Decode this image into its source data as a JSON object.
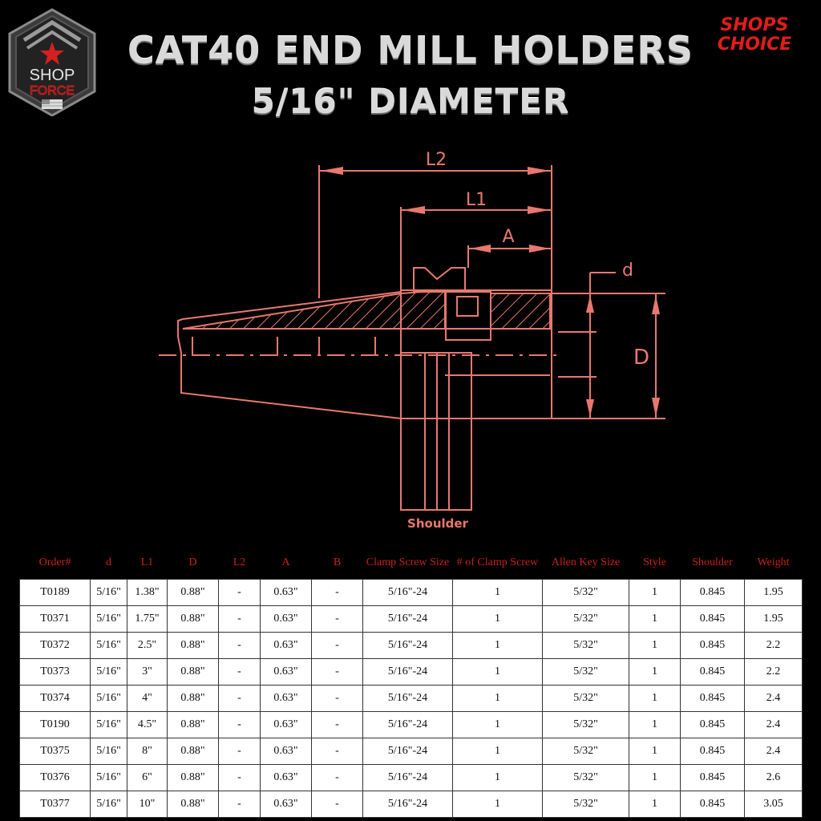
{
  "header": {
    "title_line1": "CAT40 END MILL HOLDERS",
    "title_line2": "5/16\" DIAMETER"
  },
  "logos": {
    "left": {
      "line1": "SHOP",
      "line2": "FORCE"
    },
    "right": {
      "line1": "SHOPS",
      "line2": "CHOICE"
    }
  },
  "diagram": {
    "labels": {
      "L2": "L2",
      "L1": "L1",
      "A": "A",
      "d": "d",
      "D": "D",
      "shoulder": "Shoulder"
    }
  },
  "colors": {
    "accent_red": "#c8201e",
    "diagram_line": "#e8786e",
    "title": "#d9d9d9"
  },
  "table": {
    "headers": [
      "Order#",
      "d",
      "L1",
      "D",
      "L2",
      "A",
      "B",
      "Clamp Screw Size",
      "# of Clamp Screw",
      "Allen Key Size",
      "Style",
      "Shoulder",
      "Weight"
    ],
    "rows": [
      [
        "T0189",
        "5/16\"",
        "1.38\"",
        "0.88\"",
        "-",
        "0.63\"",
        "-",
        "5/16\"-24",
        "1",
        "5/32\"",
        "1",
        "0.845",
        "1.95"
      ],
      [
        "T0371",
        "5/16\"",
        "1.75\"",
        "0.88\"",
        "-",
        "0.63\"",
        "-",
        "5/16\"-24",
        "1",
        "5/32\"",
        "1",
        "0.845",
        "1.95"
      ],
      [
        "T0372",
        "5/16\"",
        "2.5\"",
        "0.88\"",
        "-",
        "0.63\"",
        "-",
        "5/16\"-24",
        "1",
        "5/32\"",
        "1",
        "0.845",
        "2.2"
      ],
      [
        "T0373",
        "5/16\"",
        "3\"",
        "0.88\"",
        "-",
        "0.63\"",
        "-",
        "5/16\"-24",
        "1",
        "5/32\"",
        "1",
        "0.845",
        "2.2"
      ],
      [
        "T0374",
        "5/16\"",
        "4\"",
        "0.88\"",
        "-",
        "0.63\"",
        "-",
        "5/16\"-24",
        "1",
        "5/32\"",
        "1",
        "0.845",
        "2.4"
      ],
      [
        "T0190",
        "5/16\"",
        "4.5\"",
        "0.88\"",
        "-",
        "0.63\"",
        "-",
        "5/16\"-24",
        "1",
        "5/32\"",
        "1",
        "0.845",
        "2.4"
      ],
      [
        "T0375",
        "5/16\"",
        "8\"",
        "0.88\"",
        "-",
        "0.63\"",
        "-",
        "5/16\"-24",
        "1",
        "5/32\"",
        "1",
        "0.845",
        "2.4"
      ],
      [
        "T0376",
        "5/16\"",
        "6\"",
        "0.88\"",
        "-",
        "0.63\"",
        "-",
        "5/16\"-24",
        "1",
        "5/32\"",
        "1",
        "0.845",
        "2.6"
      ],
      [
        "T0377",
        "5/16\"",
        "10\"",
        "0.88\"",
        "-",
        "0.63\"",
        "-",
        "5/16\"-24",
        "1",
        "5/32\"",
        "1",
        "0.845",
        "3.05"
      ]
    ]
  }
}
